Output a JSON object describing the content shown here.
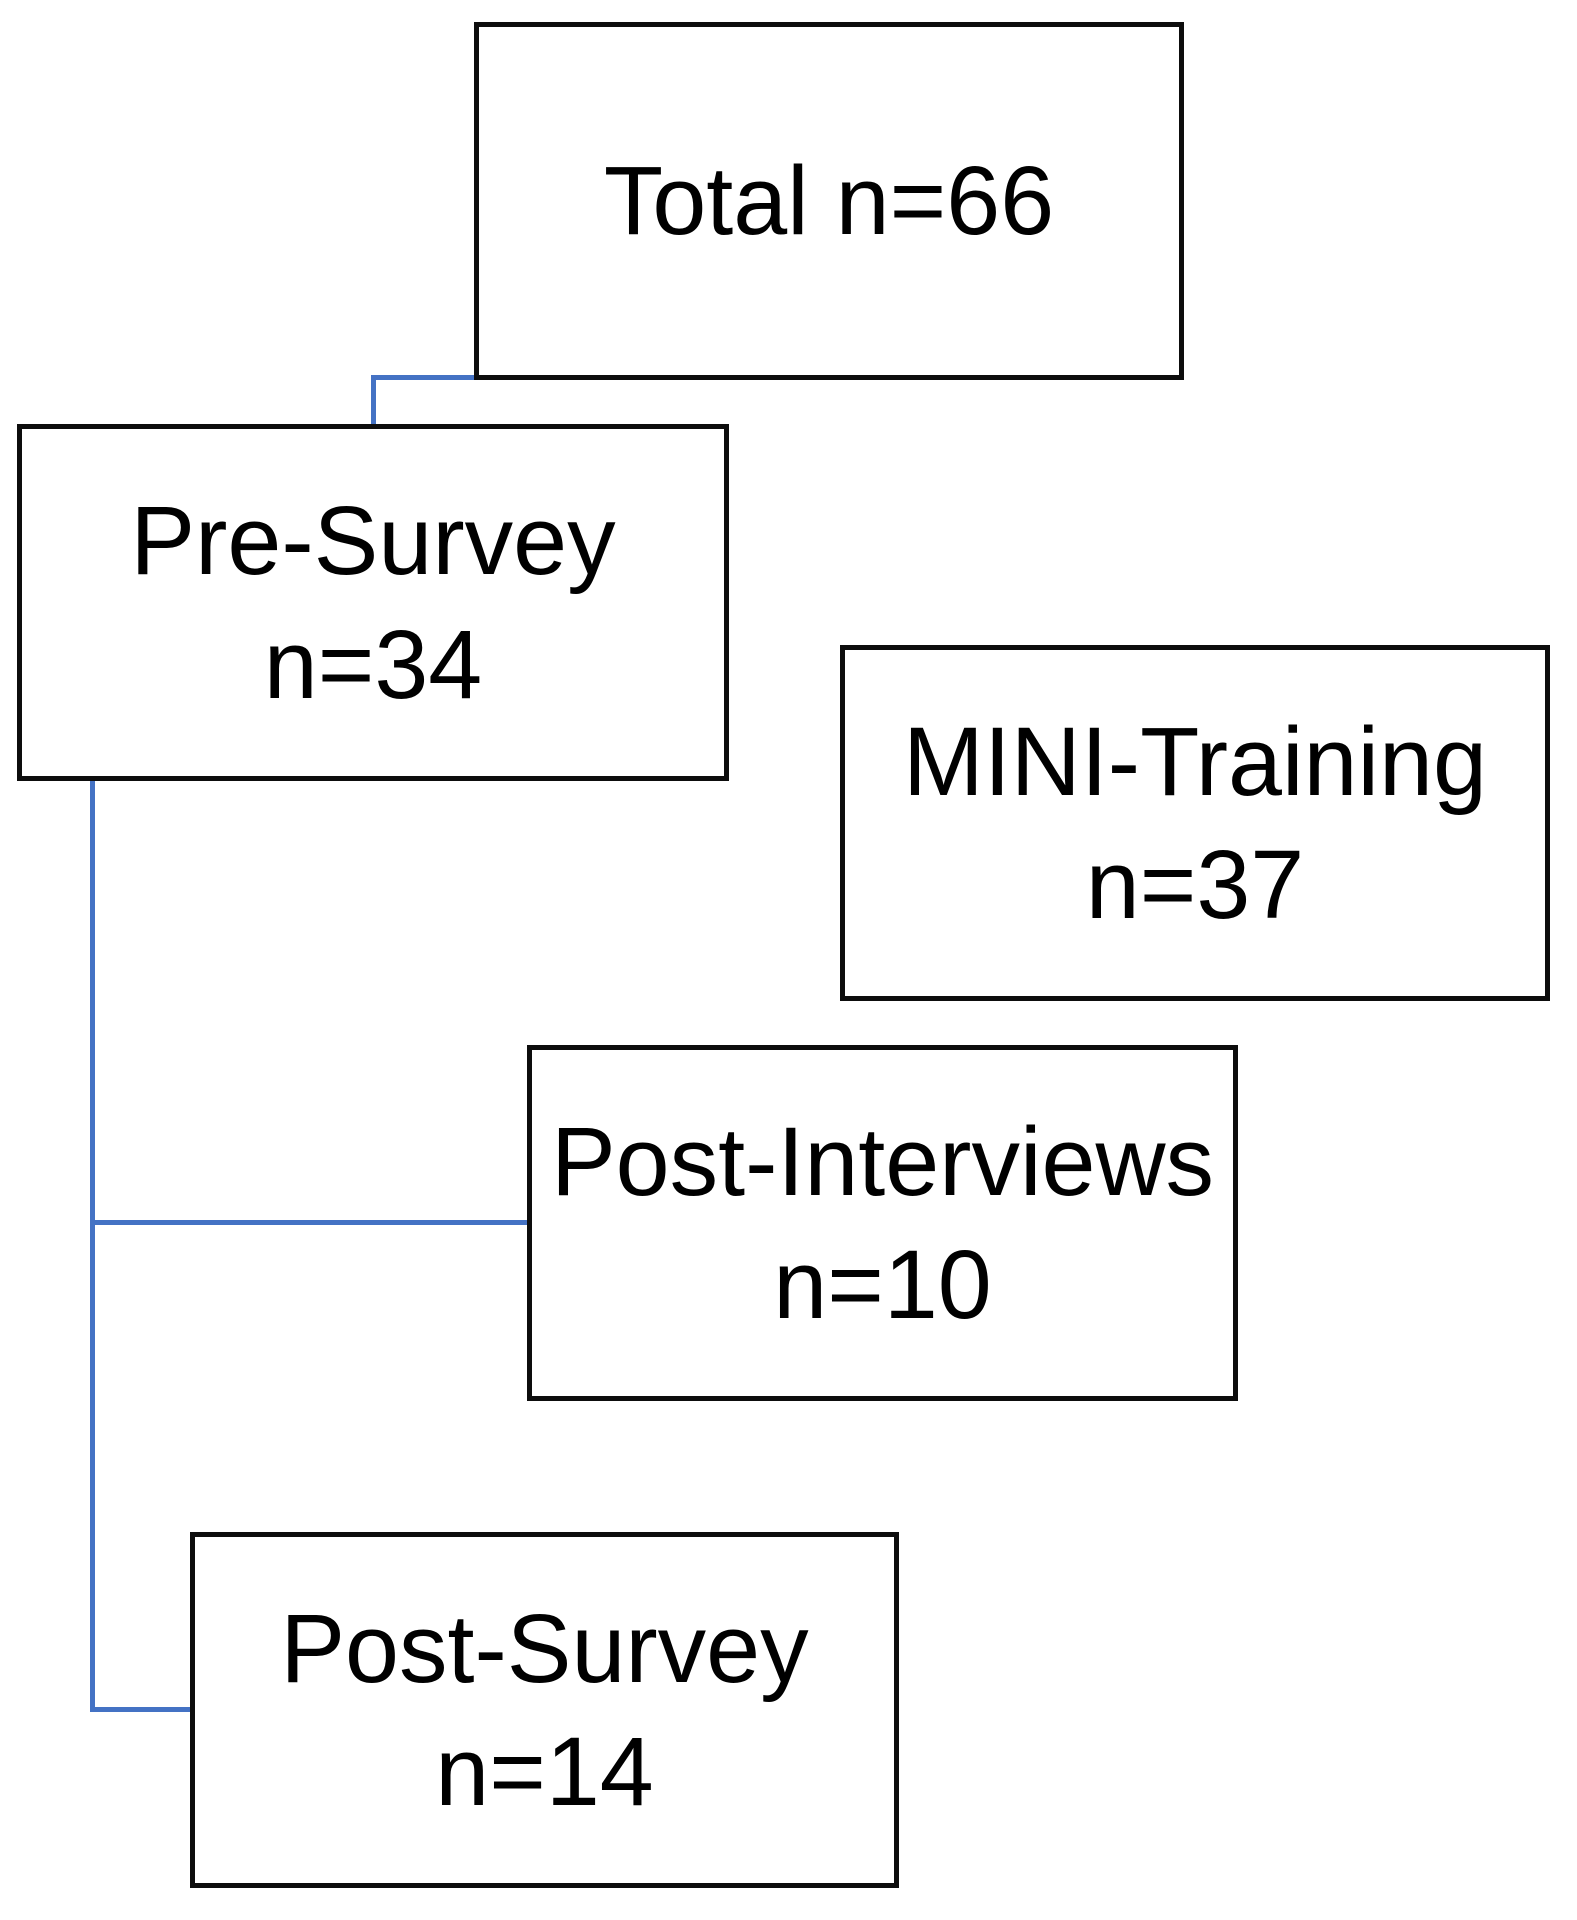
{
  "diagram": {
    "type": "flowchart",
    "nodes": [
      {
        "id": "total",
        "label": "Total n=66"
      },
      {
        "id": "pre-survey",
        "label": "Pre-Survey",
        "count": "n=34"
      },
      {
        "id": "mini-training",
        "label": "MINI-Training",
        "count": "n=37"
      },
      {
        "id": "post-interviews",
        "label": "Post-Interviews",
        "count": "n=10"
      },
      {
        "id": "post-survey",
        "label": "Post-Survey",
        "count": "n=14"
      }
    ],
    "edges": [
      {
        "from": "total",
        "to": "pre-survey"
      },
      {
        "from": "pre-survey",
        "to": "post-interviews"
      },
      {
        "from": "pre-survey",
        "to": "post-survey"
      }
    ],
    "colors": {
      "connector": "#4472C4",
      "border": "#0d0d0d",
      "text": "#000000",
      "background": "#ffffff"
    }
  }
}
